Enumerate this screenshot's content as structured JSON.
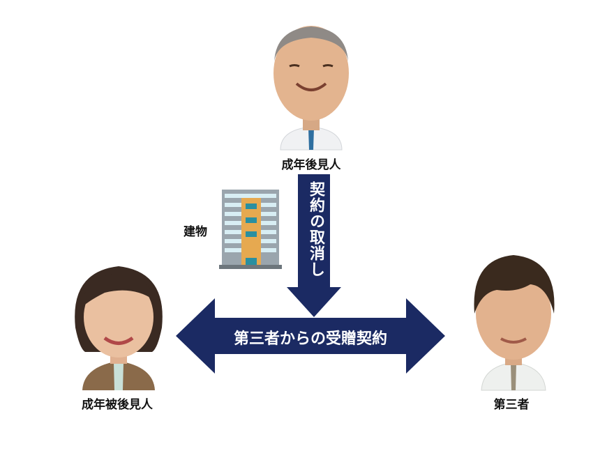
{
  "guardian": {
    "label": "成年後見人"
  },
  "ward": {
    "label": "成年被後見人"
  },
  "third_party": {
    "label": "第三者"
  },
  "building": {
    "label": "建物"
  },
  "arrow_vertical": {
    "text": "契約の取消し"
  },
  "arrow_horizontal": {
    "text": "第三者からの受贈契約"
  },
  "colors": {
    "arrow": "#1b2a63",
    "text": "#ffffff"
  }
}
